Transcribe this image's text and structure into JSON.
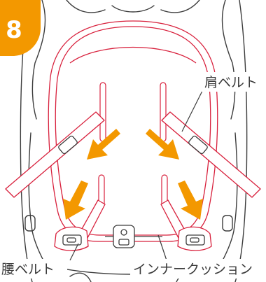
{
  "step": {
    "number": "8"
  },
  "labels": {
    "shoulder_belt": "肩ベルト",
    "waist_belt": "腰ベルト",
    "inner_cushion": "インナークッション"
  },
  "colors": {
    "accent": "#f39800",
    "outline": "#3c3c3c",
    "cushion": "#d8203c",
    "label_text": "#3a3a3a",
    "background": "#ffffff"
  }
}
